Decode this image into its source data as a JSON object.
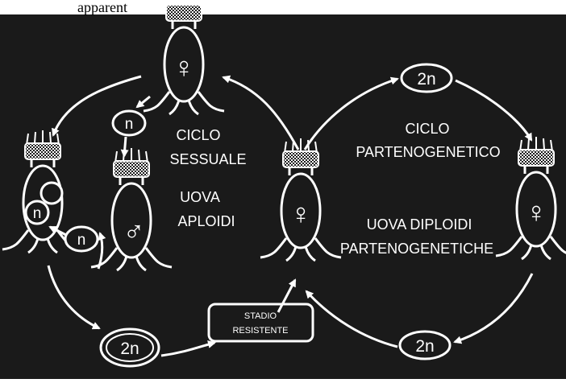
{
  "header_text": "apparent",
  "colors": {
    "background": "#1a1a1a",
    "stroke": "#ffffff"
  },
  "labels": {
    "sexual_cycle_line1": "CICLO",
    "sexual_cycle_line2": "SESSUALE",
    "haploid_eggs_line1": "UOVA",
    "haploid_eggs_line2": "APLOIDI",
    "parthenogenetic_cycle_line1": "CICLO",
    "parthenogenetic_cycle_line2": "PARTENOGENETICO",
    "diploid_eggs_line1": "UOVA DIPLOIDI",
    "diploid_eggs_line2": "PARTENOGENETICHE",
    "resistant_stage_line1": "STADIO",
    "resistant_stage_line2": "RESISTENTE"
  },
  "eggs": {
    "haploid_top": "n",
    "haploid_bottom": "n",
    "female_inner": "n",
    "resting_egg": "2n",
    "diploid_top": "2n",
    "diploid_bottom": "2n"
  },
  "symbols": {
    "female": "♀",
    "male": "♂"
  },
  "icons": [
    "rotifer-female-top-icon",
    "rotifer-female-left-icon",
    "rotifer-male-icon",
    "rotifer-female-center-icon",
    "rotifer-female-right-icon",
    "arrow-icon"
  ]
}
